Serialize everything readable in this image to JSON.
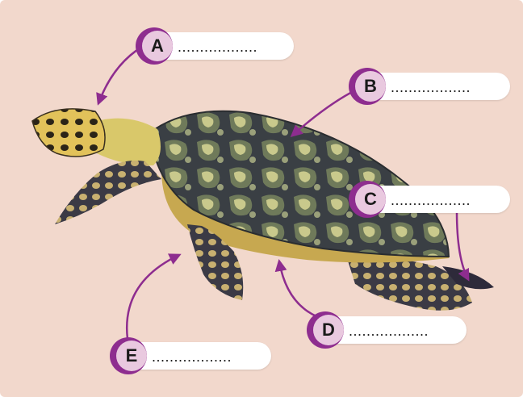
{
  "colors": {
    "background": "#f2d8cc",
    "accent": "#8e2d8f",
    "badge_fill": "#e9c9df"
  },
  "labels": [
    {
      "letter": "A",
      "answer": "..................",
      "points_to": "head"
    },
    {
      "letter": "B",
      "answer": "..................",
      "points_to": "shell"
    },
    {
      "letter": "C",
      "answer": "..................",
      "points_to": "tail"
    },
    {
      "letter": "D",
      "answer": "..................",
      "points_to": "underside"
    },
    {
      "letter": "E",
      "answer": "..................",
      "points_to": "flipper"
    }
  ]
}
